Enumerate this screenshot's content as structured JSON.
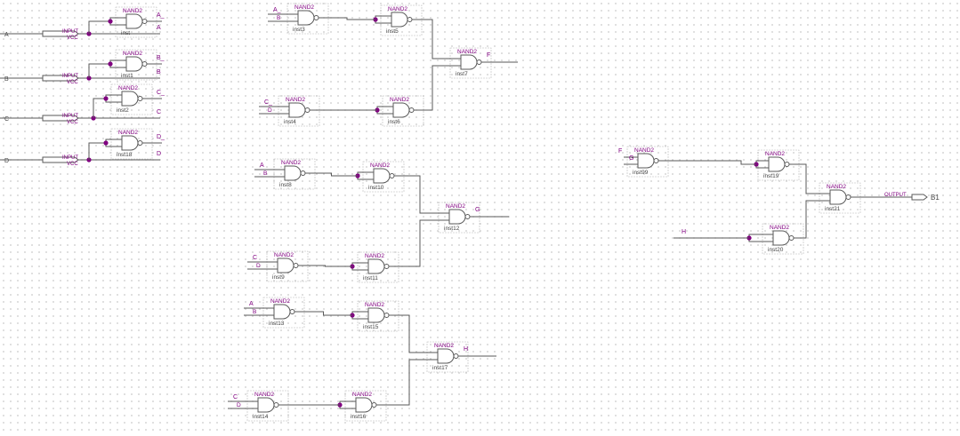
{
  "colors": {
    "wire": "#5a5a5a",
    "label": "#800080",
    "dot": "#800080",
    "box": "#b8b8b8",
    "text": "#444444"
  },
  "gate_type": "NAND2",
  "input_pins": [
    {
      "name": "A",
      "type": "INPUT",
      "default": "VCC",
      "out_bar": "A_",
      "out": "A",
      "inst": "inst"
    },
    {
      "name": "B",
      "type": "INPUT",
      "default": "VCC",
      "out_bar": "B_",
      "out": "B",
      "inst": "inst1"
    },
    {
      "name": "C",
      "type": "INPUT",
      "default": "VCC",
      "out_bar": "C_",
      "out": "C",
      "inst": "inst2"
    },
    {
      "name": "D",
      "type": "INPUT",
      "default": "VCC",
      "out_bar": "D_",
      "out": "D",
      "inst": "inst18"
    }
  ],
  "blocks": [
    {
      "out": "F",
      "g1": {
        "inst": "inst3",
        "in": [
          "A_",
          "B"
        ]
      },
      "g2": {
        "inst": "inst5"
      },
      "g3": {
        "inst": "inst4",
        "in": [
          "C_",
          "D"
        ]
      },
      "g4": {
        "inst": "inst6"
      },
      "g5": {
        "inst": "inst7"
      }
    },
    {
      "out": "G",
      "g1": {
        "inst": "inst8",
        "in": [
          "A",
          "B"
        ]
      },
      "g2": {
        "inst": "inst10"
      },
      "g3": {
        "inst": "inst9",
        "in": [
          "C",
          "D"
        ]
      },
      "g4": {
        "inst": "inst11"
      },
      "g5": {
        "inst": "inst12"
      }
    },
    {
      "out": "H",
      "g1": {
        "inst": "inst13",
        "in": [
          "A",
          "B"
        ]
      },
      "g2": {
        "inst": "inst15"
      },
      "g3": {
        "inst": "inst14",
        "in": [
          "C",
          "D"
        ]
      },
      "g4": {
        "inst": "inst16"
      },
      "g5": {
        "inst": "inst17"
      }
    }
  ],
  "final": {
    "g1": {
      "inst": "inst99",
      "in": [
        "F",
        "G"
      ]
    },
    "g2": {
      "inst": "inst19"
    },
    "g3": {
      "inst": "inst20"
    },
    "g4": {
      "inst": "inst21"
    },
    "h_label": "H",
    "out_type": "OUTPUT",
    "out_name": "B1"
  }
}
